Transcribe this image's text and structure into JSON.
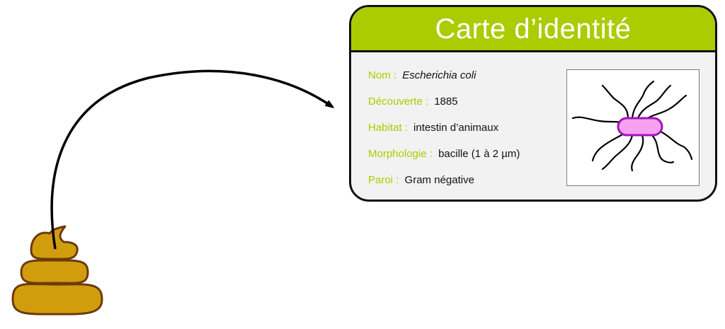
{
  "colors": {
    "accent": "#aacc00",
    "card_border": "#111111",
    "card_background": "#f2f2f2",
    "title_text": "#ffffff",
    "label_text": "#aacc00",
    "value_text": "#111111",
    "bacterium_fill": "#f7a1f0",
    "bacterium_stroke": "#a015b8",
    "poop_fill": "#d29d0d",
    "poop_stroke": "#6b3a0c",
    "arrow": "#000000"
  },
  "card": {
    "title": "Carte d’identité",
    "fields": [
      {
        "label": "Nom : ",
        "value": "Escherichia coli",
        "italic": true
      },
      {
        "label": "Découverte : ",
        "value": "1885",
        "italic": false
      },
      {
        "label": "Habitat : ",
        "value": "intestin d’animaux",
        "italic": false
      },
      {
        "label": "Morphologie : ",
        "value": "bacille (1 à 2 µm)",
        "italic": false
      },
      {
        "label": "Paroi : ",
        "value": "Gram négative",
        "italic": false
      }
    ]
  },
  "icons": {
    "source": "poop-icon",
    "arrow": "curved-arrow",
    "illustration": "bacterium-icon"
  }
}
